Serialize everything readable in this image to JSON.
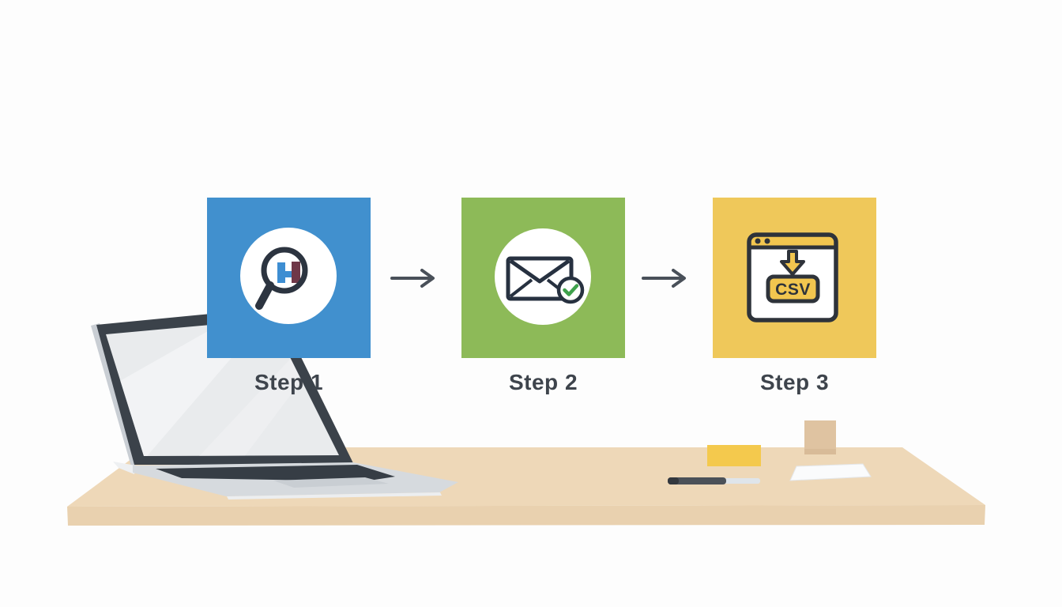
{
  "figure": {
    "type": "three-step-process-illustration",
    "background": "#fdfdfd"
  },
  "steps": [
    {
      "label": "Step 1",
      "color": "#4190ce",
      "icon": "search-magnifier-logo-icon",
      "icon_description": "magnifying glass over two-tone H logo in white circle"
    },
    {
      "label": "Step 2",
      "color": "#8dba58",
      "icon": "email-verified-icon",
      "icon_description": "envelope with green checkmark badge in white circle"
    },
    {
      "label": "Step 3",
      "color": "#efc85a",
      "icon": "csv-download-icon",
      "badge": "CSV",
      "icon_description": "browser window with download arrow and CSV file chip"
    }
  ],
  "arrows": [
    {
      "name": "arrow-step1-step2"
    },
    {
      "name": "arrow-step2-step3"
    }
  ],
  "colors": {
    "icon_outline": "#2d3540",
    "check_green": "#3fa14c",
    "logo_blue": "#3e8ed2",
    "logo_maroon": "#6f3848",
    "arrow": "#495059",
    "label_text": "#3e444c",
    "desk_top": "#eed8b8",
    "desk_front": "#e9d1af",
    "sticky_note": "#f4c94d",
    "laptop_bezel": "#3b424a",
    "laptop_screen": "#e9ebed"
  },
  "scene": {
    "items": [
      "laptop",
      "desk",
      "sticky-note",
      "pen",
      "paper-sheet",
      "storage-box"
    ]
  }
}
